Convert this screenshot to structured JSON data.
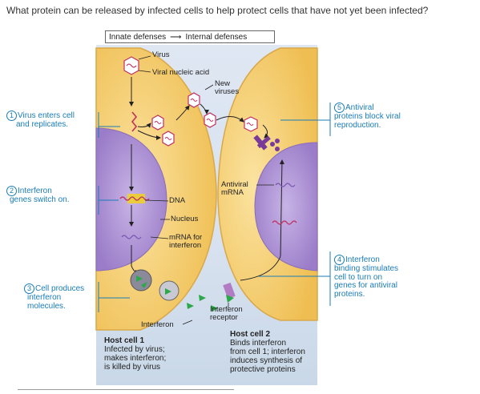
{
  "question": "What protein can be released by infected cells to help protect cells that have not yet been infected?",
  "header": {
    "left": "Innate defenses",
    "right": "Internal defenses"
  },
  "labels": {
    "virus": "Virus",
    "viral_nucleic_acid": "Viral nucleic acid",
    "new_viruses_1": "New",
    "new_viruses_2": "viruses",
    "dna": "DNA",
    "nucleus": "Nucleus",
    "mrna_interferon_1": "mRNA for",
    "mrna_interferon_2": "interferon",
    "interferon": "Interferon",
    "antiviral_mrna_1": "Antiviral",
    "antiviral_mrna_2": "mRNA",
    "interferon_receptor_1": "Interferon",
    "interferon_receptor_2": "receptor"
  },
  "steps": [
    {
      "num": "1",
      "lines": [
        "Virus enters cell",
        "and replicates."
      ]
    },
    {
      "num": "2",
      "lines": [
        "Interferon",
        "genes switch on."
      ]
    },
    {
      "num": "3",
      "lines": [
        "Cell produces",
        "interferon",
        "molecules."
      ]
    },
    {
      "num": "4",
      "lines": [
        "Interferon",
        "binding stimulates",
        "cell to turn on",
        "genes for antiviral",
        "proteins."
      ]
    },
    {
      "num": "5",
      "lines": [
        "Antiviral",
        "proteins block viral",
        "reproduction."
      ]
    }
  ],
  "host1": {
    "title": "Host cell 1",
    "lines": [
      "Infected by virus;",
      "makes interferon;",
      "is killed by virus"
    ]
  },
  "host2": {
    "title": "Host cell 2",
    "lines": [
      "Binds interferon",
      "from cell 1; interferon",
      "induces synthesis of",
      "protective proteins"
    ]
  },
  "colors": {
    "accent": "#1a7cb8",
    "cytoplasm": "#f4c861",
    "nucleus": "#a88ad0",
    "interferon": "#2aa84a",
    "virus": "#c03060"
  }
}
